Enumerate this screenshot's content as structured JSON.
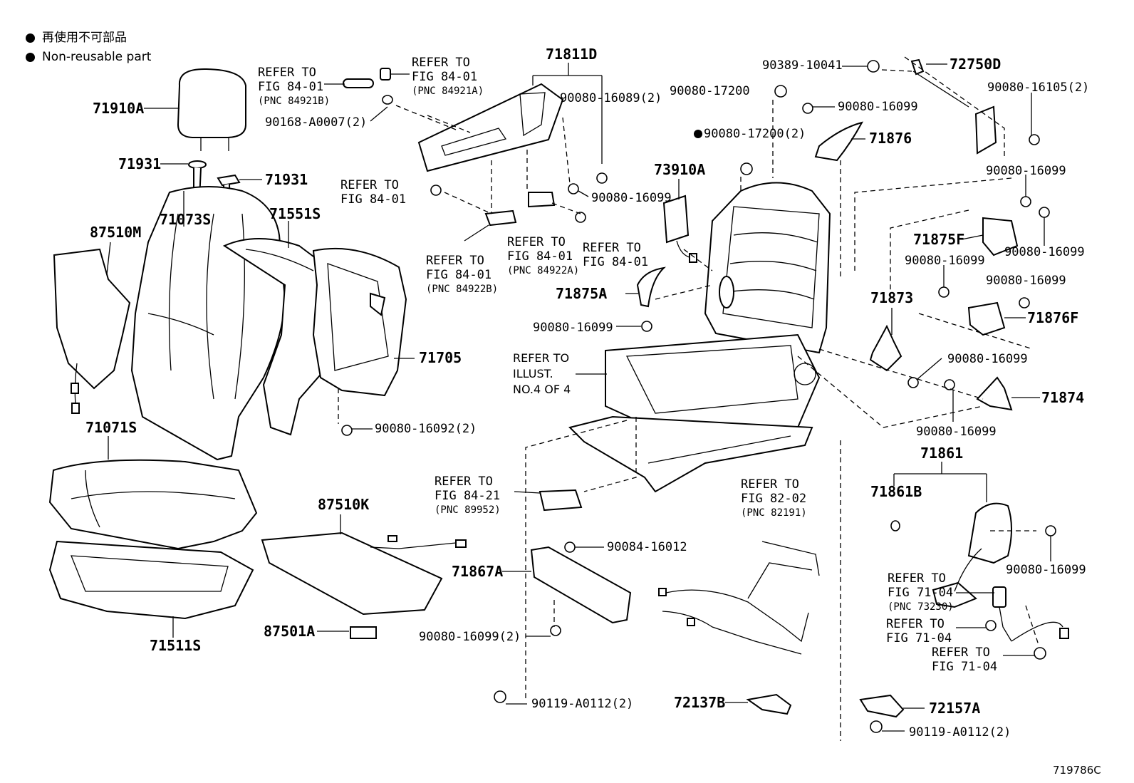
{
  "legend": [
    {
      "text": "再使用不可部品"
    },
    {
      "text": "Non-reusable part"
    }
  ],
  "figure_id": "719786C",
  "labels": {
    "p71910A": "71910A",
    "p71931a": "71931",
    "p71931b": "71931",
    "p87510M": "87510M",
    "p71073S": "71073S",
    "p71551S": "71551S",
    "p71705": "71705",
    "p71071S": "71071S",
    "p71511S": "71511S",
    "p87510K": "87510K",
    "p87501A": "87501A",
    "p71811D": "71811D",
    "p73910A": "73910A",
    "p71875A": "71875A",
    "p71876": "71876",
    "p72750D": "72750D",
    "p71875F": "71875F",
    "p71876F": "71876F",
    "p71873": "71873",
    "p71874": "71874",
    "p71861": "71861",
    "p71861B": "71861B",
    "p71867A": "71867A",
    "p72137B": "72137B",
    "p72157A": "72157A",
    "b90168": "90168-A0007(2)",
    "b90080_16089": "90080-16089(2)",
    "b90080_16099_a": "90080-16099",
    "b90080_17200": "90080-17200",
    "b90080_17200_2": "90080-17200(2)",
    "b90389": "90389-10041",
    "b90080_16099_top": "90080-16099",
    "b90080_16105": "90080-16105(2)",
    "b90080_16099_r1": "90080-16099",
    "b90080_16099_r2": "90080-16099",
    "b90080_16099_r3": "90080-16099",
    "b90080_16099_r4": "90080-16099",
    "b90080_16099_mid": "90080-16099",
    "b90080_16099_r5": "90080-16099",
    "b90080_16099_r6": "90080-16099",
    "b90080_16092": "90080-16092(2)",
    "b90084": "90084-16012",
    "b90080_16099_2": "90080-16099(2)",
    "b90119_a": "90119-A0112(2)",
    "b90119_b": "90119-A0112(2)",
    "b90080_16099_r7": "90080-16099"
  },
  "refs": {
    "r1": [
      "REFER TO",
      "FIG 84-01",
      "(PNC 84921B)"
    ],
    "r2": [
      "REFER TO",
      "FIG 84-01",
      "(PNC 84921A)"
    ],
    "r3": [
      "REFER TO",
      "FIG 84-01"
    ],
    "r4": [
      "REFER TO",
      "FIG 84-01",
      "(PNC 84922B)"
    ],
    "r5": [
      "REFER TO",
      "FIG 84-01",
      "(PNC 84922A)"
    ],
    "r6": [
      "REFER TO",
      "FIG 84-01"
    ],
    "r7": [
      "REFER TO",
      "ILLUST.",
      "NO.4 OF 4"
    ],
    "r8": [
      "REFER TO",
      "FIG 84-21",
      "(PNC 89952)"
    ],
    "r9": [
      "REFER TO",
      "FIG 82-02",
      "(PNC 82191)"
    ],
    "r10": [
      "REFER TO",
      "FIG 71-04",
      "(PNC 73230)"
    ],
    "r11": [
      "REFER TO",
      "FIG 71-04"
    ],
    "r12": [
      "REFER TO",
      "FIG 71-04"
    ]
  }
}
